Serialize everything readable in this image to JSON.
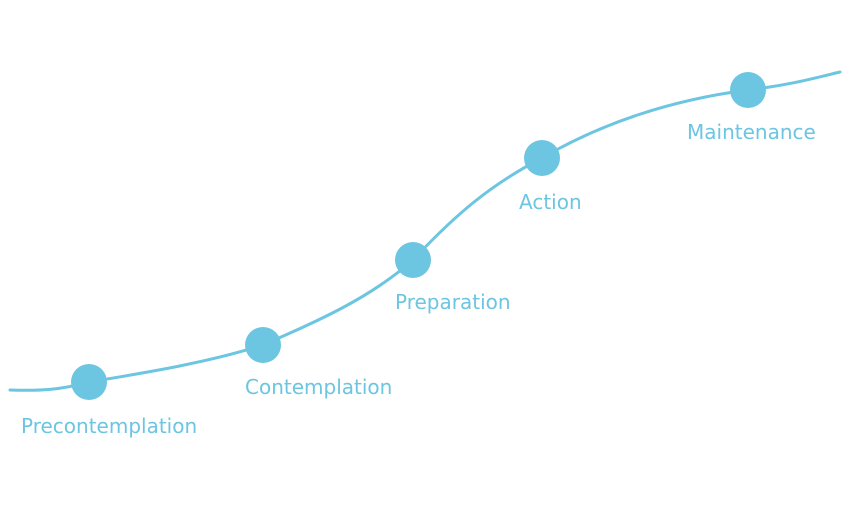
{
  "diagram": {
    "type": "stages-of-change-curve",
    "accent_color": "#6cc5e1",
    "stages": [
      {
        "label": "Precontemplation"
      },
      {
        "label": "Contemplation"
      },
      {
        "label": "Preparation"
      },
      {
        "label": "Action"
      },
      {
        "label": "Maintenance"
      }
    ]
  }
}
